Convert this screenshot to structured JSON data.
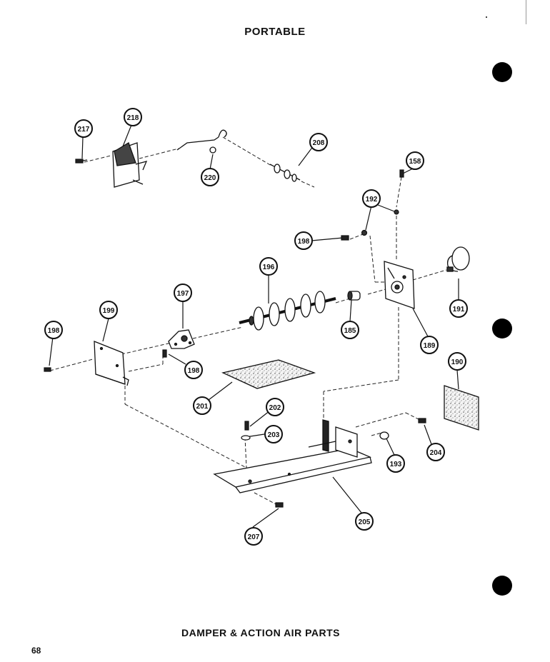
{
  "header": {
    "title": "PORTABLE"
  },
  "caption": {
    "text": "DAMPER & ACTION AIR PARTS"
  },
  "page": {
    "number": "68"
  },
  "parts": [
    {
      "id": "p217",
      "label": "217"
    },
    {
      "id": "p218",
      "label": "218"
    },
    {
      "id": "p220",
      "label": "220"
    },
    {
      "id": "p208",
      "label": "208"
    },
    {
      "id": "p158",
      "label": "158"
    },
    {
      "id": "p192",
      "label": "192"
    },
    {
      "id": "p198a",
      "label": "198"
    },
    {
      "id": "p196",
      "label": "196"
    },
    {
      "id": "p199",
      "label": "199"
    },
    {
      "id": "p197",
      "label": "197"
    },
    {
      "id": "p185",
      "label": "185"
    },
    {
      "id": "p191",
      "label": "191"
    },
    {
      "id": "p189",
      "label": "189"
    },
    {
      "id": "p198b",
      "label": "198"
    },
    {
      "id": "p198c",
      "label": "198"
    },
    {
      "id": "p190",
      "label": "190"
    },
    {
      "id": "p201",
      "label": "201"
    },
    {
      "id": "p202",
      "label": "202"
    },
    {
      "id": "p203",
      "label": "203"
    },
    {
      "id": "p204",
      "label": "204"
    },
    {
      "id": "p193",
      "label": "193"
    },
    {
      "id": "p205",
      "label": "205"
    },
    {
      "id": "p207",
      "label": "207"
    }
  ]
}
